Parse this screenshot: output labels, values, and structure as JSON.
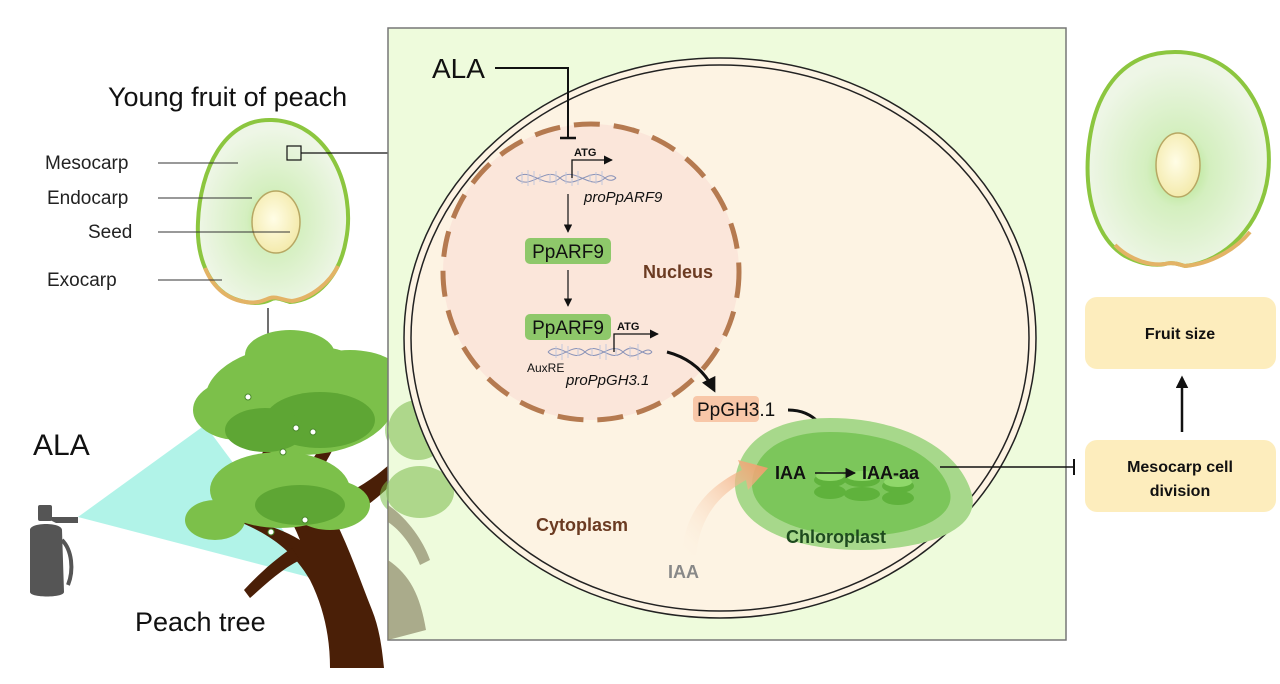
{
  "labels": {
    "young_fruit_title": "Young fruit of peach",
    "mesocarp": "Mesocarp",
    "endocarp": "Endocarp",
    "seed": "Seed",
    "exocarp": "Exocarp",
    "ala_spray": "ALA",
    "peach_tree": "Peach tree",
    "ala_signal": "ALA",
    "atg_1": "ATG",
    "pro_ppARF9": "proPpARF9",
    "ppARF9_protein": "PpARF9",
    "nucleus": "Nucleus",
    "ppARF9_bound": "PpARF9",
    "atg_2": "ATG",
    "auxre": "AuxRE",
    "pro_ppGH3": "proPpGH3.1",
    "ppGH3_a": "PpGH3",
    "ppGH3_b": ".1",
    "iaa_chloroplast": "IAA",
    "iaa_aa": "IAA-aa",
    "chloroplast": "Chloroplast",
    "cytoplasm": "Cytoplasm",
    "iaa_cytoplasm": "IAA",
    "fruit_size": "Fruit size",
    "mesocarp_division_1": "Mesocarp cell",
    "mesocarp_division_2": "division"
  },
  "colors": {
    "cell_background": "#eefbdc",
    "nucleus_fill": "#fbe6da",
    "nucleus_border": "#b57a50",
    "cytoplasm_fill": "#fdf3e3",
    "ppARF9_box": "#8ec86a",
    "ppGH3_box": "#f8c7a8",
    "chloroplast_outer": "#a7d88b",
    "chloroplast_inner": "#7cc65b",
    "outcome_box": "#fdedbd",
    "fruit_rim": "#8cc63f",
    "fruit_base": "#e3b366",
    "spray_cone": "#9ef0e2",
    "nucleus_label": "#6b3b22",
    "chloroplast_label": "#1d4a1e",
    "iaa_arrow": "#f0a070"
  }
}
